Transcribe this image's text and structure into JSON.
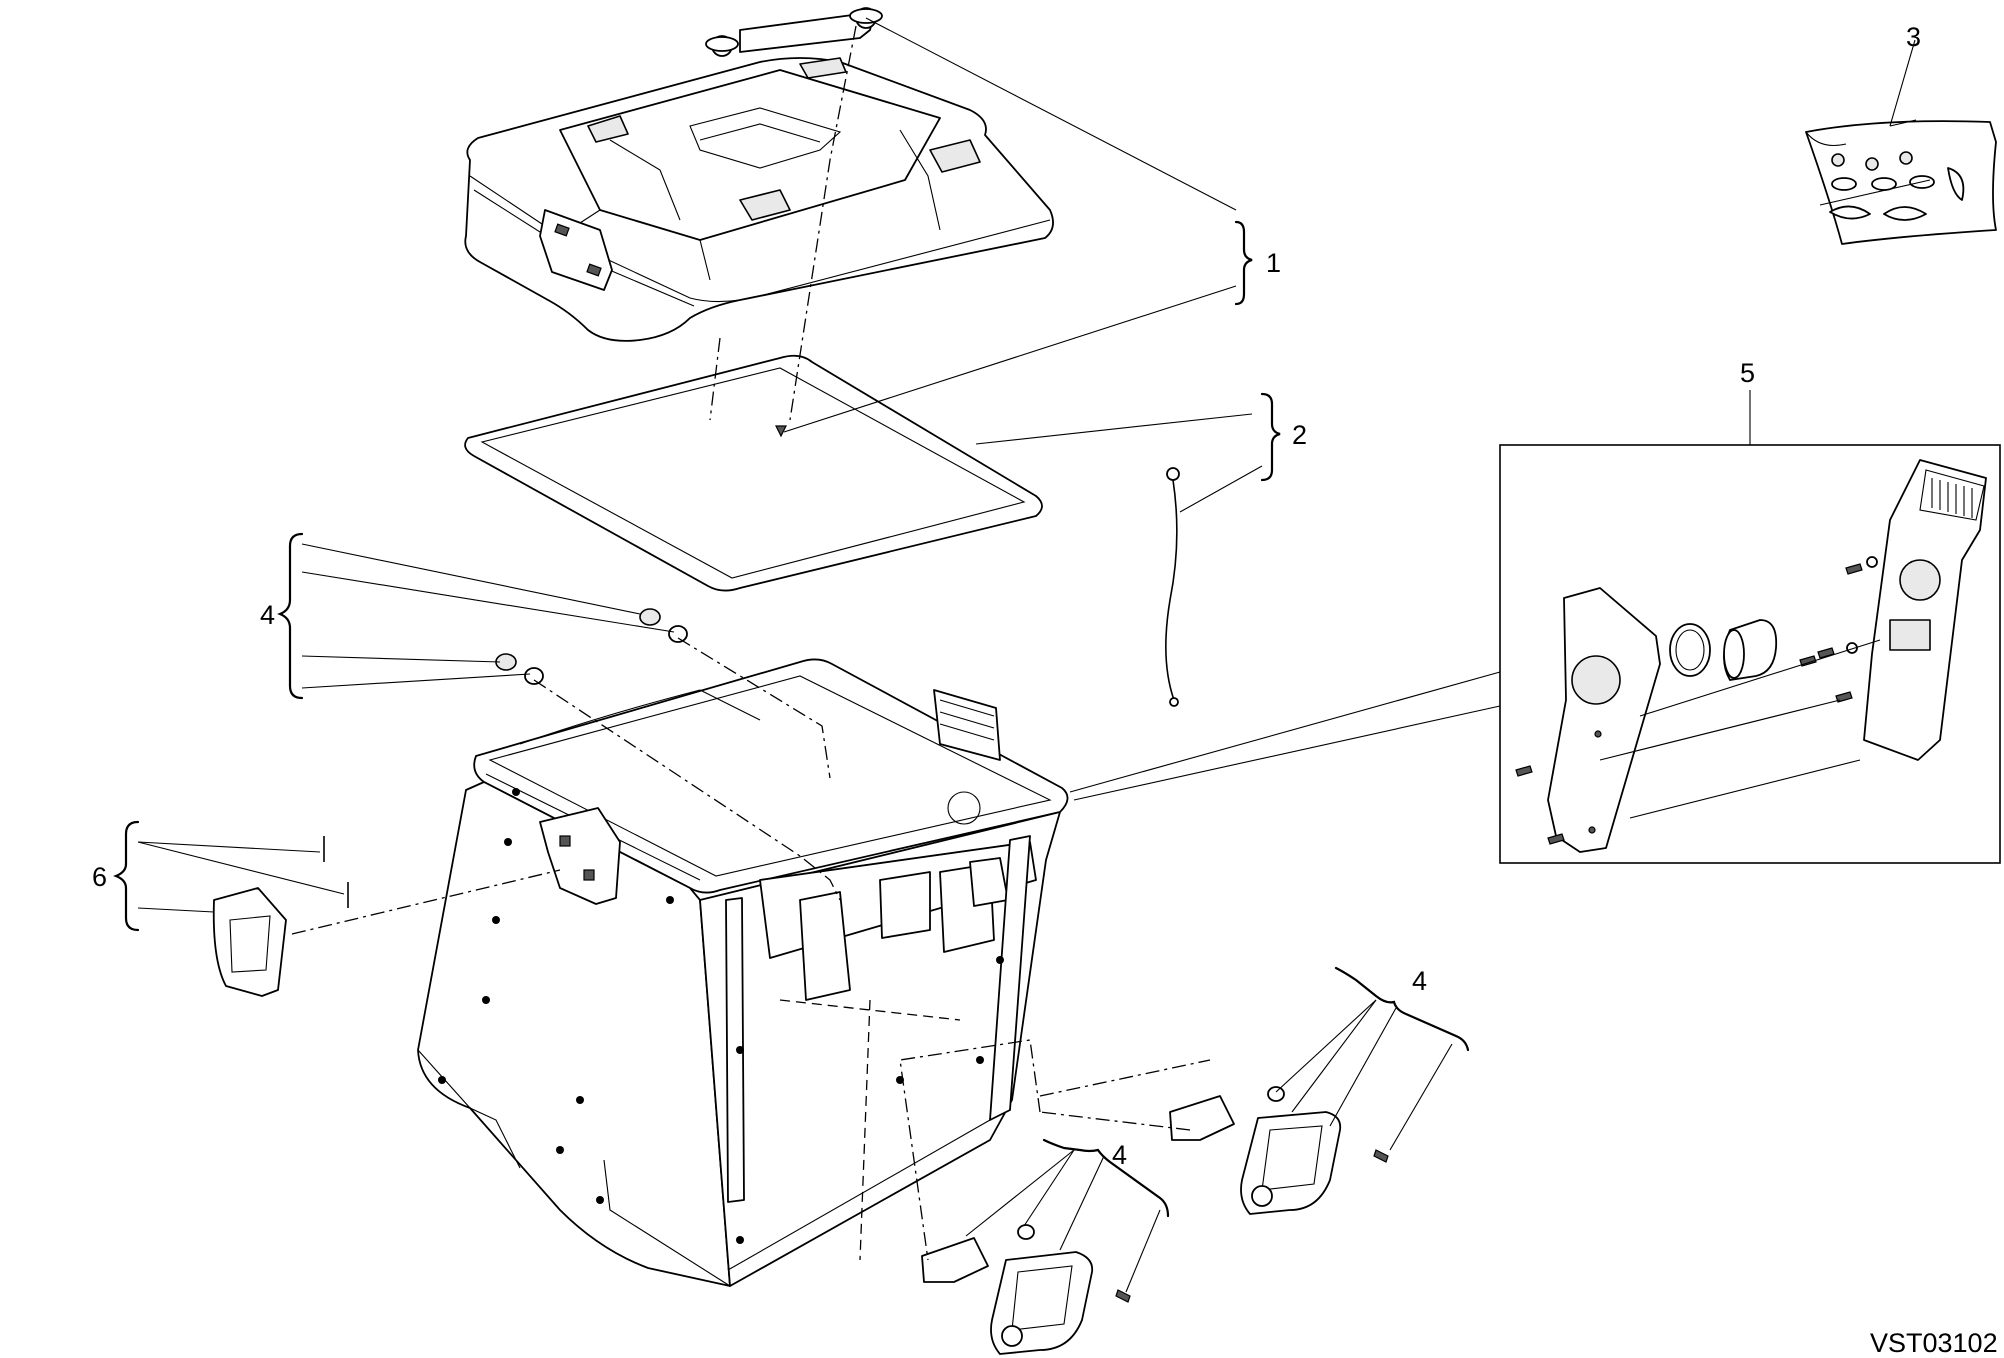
{
  "diagram": {
    "callouts": [
      {
        "id": "callout-1",
        "label": "1"
      },
      {
        "id": "callout-2",
        "label": "2"
      },
      {
        "id": "callout-3",
        "label": "3"
      },
      {
        "id": "callout-4a",
        "label": "4"
      },
      {
        "id": "callout-4b",
        "label": "4"
      },
      {
        "id": "callout-4c",
        "label": "4"
      },
      {
        "id": "callout-5",
        "label": "5"
      },
      {
        "id": "callout-6",
        "label": "6"
      }
    ],
    "drawing_code": "VST03102"
  }
}
